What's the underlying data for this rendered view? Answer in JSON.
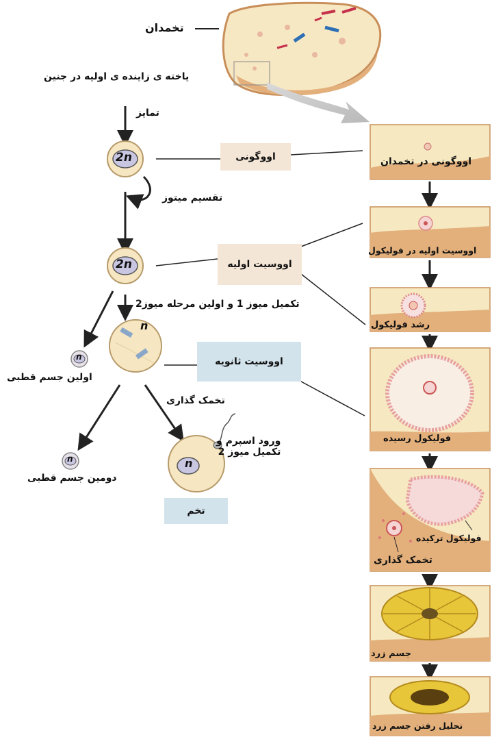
{
  "labels": {
    "ovary": "تخمدان",
    "primordial_germ_cell": "یاخته ی زاینده ی اولیه در جنین",
    "differentiation": "تمایز",
    "mitosis": "تقسیم میتوز",
    "meiosis_step": "تکمیل میوز 1 و اولین مرحله میوز2",
    "first_polar_body": "اولین جسم قطبی",
    "ovulation": "تخمک گذاری",
    "second_polar_body": "دومین جسم قطبی",
    "sperm_entry": "ورود اسپرم و\nتکمیل میوز 2"
  },
  "boxes": {
    "oogonium": "اووگونی",
    "primary_oocyte": "اووسیت اولیه",
    "secondary_oocyte": "اووسیت ثانویه",
    "egg": "تخم"
  },
  "cells": {
    "diploid": "2n",
    "haploid": "n"
  },
  "panels": [
    {
      "label": "اووگونی در تخمدان"
    },
    {
      "label": "اووسیت اولیه در فولیکول"
    },
    {
      "label": "رشد فولیکول"
    },
    {
      "label": "فولیکول رسیده"
    },
    {
      "label_a": "فولیکول ترکیده",
      "label_b": "تخمک گذاری"
    },
    {
      "label": "جسم زرد"
    },
    {
      "label": "تحلیل رفتن جسم زرد"
    }
  ],
  "colors": {
    "tissue": "#f6e9c2",
    "tissue_edge": "#c98f5a",
    "box_beige": "#f3e6d6",
    "box_blue": "#d3e3ec",
    "cell_fill": "#f6e7c2",
    "nucleus": "#c9c6e2",
    "follicle_pink": "#e7a1a1",
    "corpus_yellow": "#e8c63a"
  }
}
